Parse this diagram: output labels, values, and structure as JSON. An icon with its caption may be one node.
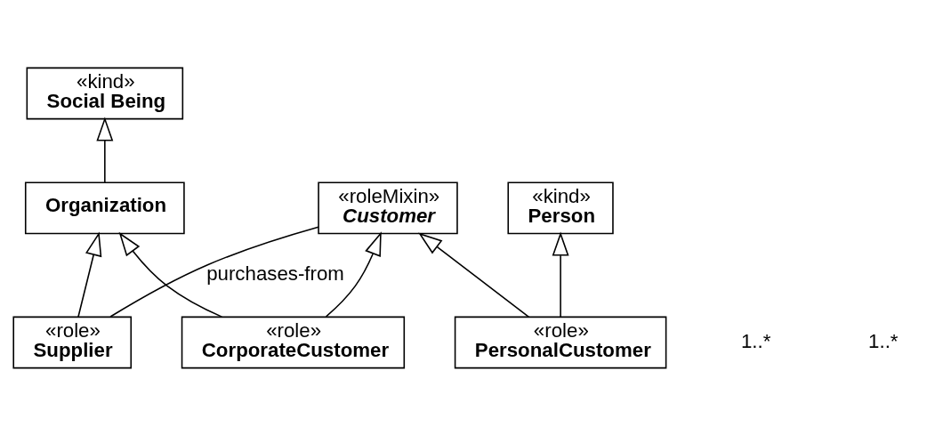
{
  "diagram": {
    "nodes": [
      {
        "text": [
          "«kind»",
          "Social Being"
        ]
      },
      {
        "text": [
          "«roleMixin»",
          "Customer"
        ]
      },
      {
        "text": [
          "«kind»",
          "Person"
        ]
      },
      {
        "text": [
          "Organization"
        ]
      },
      {
        "text": [
          "«role»",
          "PersonalCustomer"
        ]
      },
      {
        "text": [
          "«role»",
          "CorporateCustomer"
        ]
      },
      {
        "text": [
          "«role»",
          "Supplier"
        ]
      }
    ],
    "edges": [
      {
        "from": 3,
        "to": 0,
        "arrow": "to"
      },
      {
        "from": 4,
        "to": 1,
        "arrow": "to"
      },
      {
        "from": 5,
        "to": 1,
        "arrow": "to"
      },
      {
        "from": 4,
        "to": 2,
        "arrow": "to"
      },
      {
        "from": 5,
        "to": 3,
        "arrow": "to"
      },
      {
        "from": 6,
        "to": 3,
        "arrow": "to"
      },
      {
        "from": 1,
        "to": 6,
        "arrow": "none",
        "label": "purchases-from"
      }
    ],
    "labels": [
      "1..*",
      "1..*"
    ]
  }
}
